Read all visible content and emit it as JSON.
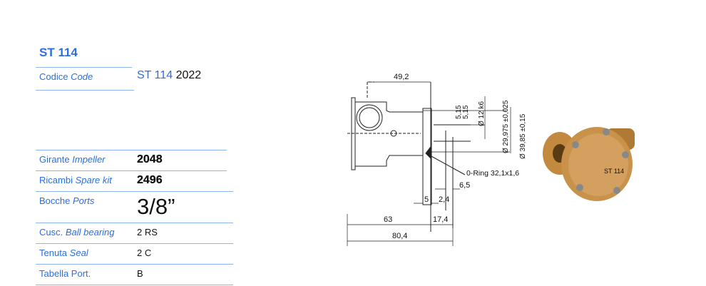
{
  "title": "ST 114",
  "code_row": {
    "label": "Codice",
    "label_en": "Code",
    "prefix": "ST 114",
    "value": "2022"
  },
  "rows": [
    {
      "label": "Girante",
      "label_en": "Impeller",
      "value": "2048"
    },
    {
      "label": "Ricambi",
      "label_en": "Spare kit",
      "value": "2496"
    },
    {
      "label": "Bocche",
      "label_en": "Ports",
      "value": "3/8”"
    },
    {
      "label": "Cusc.",
      "label_en": "Ball bearing",
      "value": "2 RS"
    },
    {
      "label": "Tenuta",
      "label_en": "Seal",
      "value": "2 C"
    },
    {
      "label": "Tabella Port.",
      "label_en": "",
      "value": "B"
    }
  ],
  "drawing": {
    "dim_top": "49,2",
    "dim_515a": "5,15",
    "dim_515b": "5,15",
    "dim_shaft": "Ø 12 k6",
    "dim_pilot": "Ø 29,975 ±0,025",
    "dim_flange": "Ø 39,85 ±0,15",
    "oring": "0-Ring 32,1x1,6",
    "dim_65": "6,5",
    "dim_5": "5",
    "dim_24": "2,4",
    "dim_63": "63",
    "dim_174": "17,4",
    "dim_804": "80,4"
  },
  "photo": {
    "label": "ST 114"
  },
  "colors": {
    "accent": "#2a6fe0",
    "rule": "#8fb6ee",
    "brass": "#c38a3f"
  }
}
